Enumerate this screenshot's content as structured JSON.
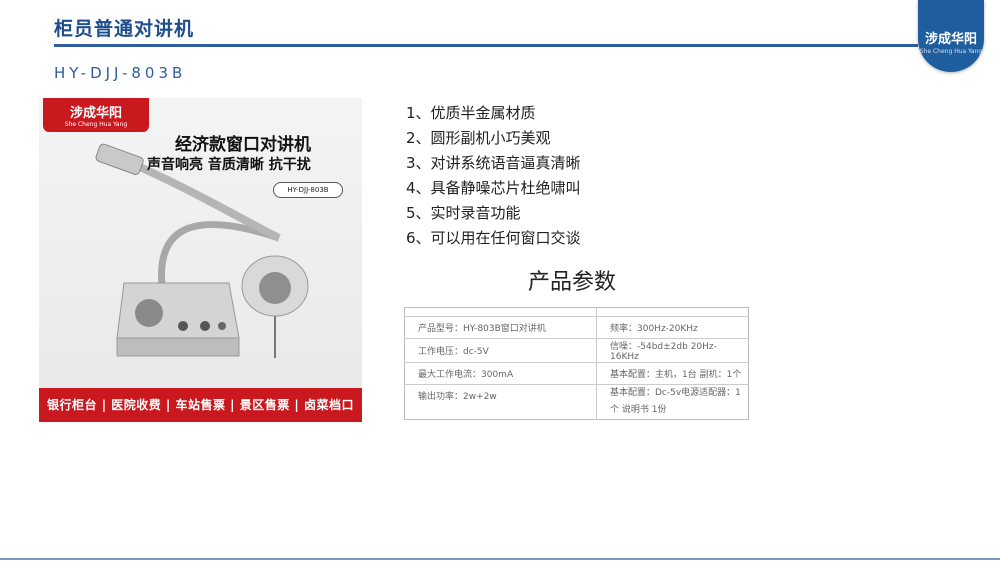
{
  "header": {
    "title": "柜员普通对讲机",
    "model": "HY-DJJ-803B",
    "logo": {
      "cn": "涉成华阳",
      "pinyin": "She Cheng Hua Yang"
    }
  },
  "product_image": {
    "logo": {
      "cn": "涉成华阳",
      "pinyin": "She Cheng Hua Yang"
    },
    "headline": "经济款窗口对讲机",
    "subheadline": "声音响亮 音质清晰 抗干扰",
    "model_tag": "HY-DJJ-803B",
    "footer": "银行柜台 | 医院收费 | 车站售票 | 景区售票 | 卤菜档口"
  },
  "features": [
    "1、优质半金属材质",
    "2、圆形副机小巧美观",
    "3、对讲系统语音逼真清晰",
    "4、具备静噪芯片杜绝啸叫",
    "5、实时录音功能",
    "6、可以用在任何窗口交谈"
  ],
  "params": {
    "title": "产品参数",
    "rows": [
      [
        "产品型号：HY-803B窗口对讲机",
        "频率：300Hz-20KHz"
      ],
      [
        "工作电压：dc-5V",
        "信噪：-54bd±2db 20Hz-16KHz"
      ],
      [
        "最大工作电流：300mA",
        "基本配置：主机，1台 副机：1个"
      ],
      [
        "输出功率：2w+2w",
        "基本配置：Dc-5v电源适配器：1个 说明书 1份"
      ]
    ]
  },
  "colors": {
    "accent_blue": "#1f4e8c",
    "brand_red": "#c9181e"
  }
}
